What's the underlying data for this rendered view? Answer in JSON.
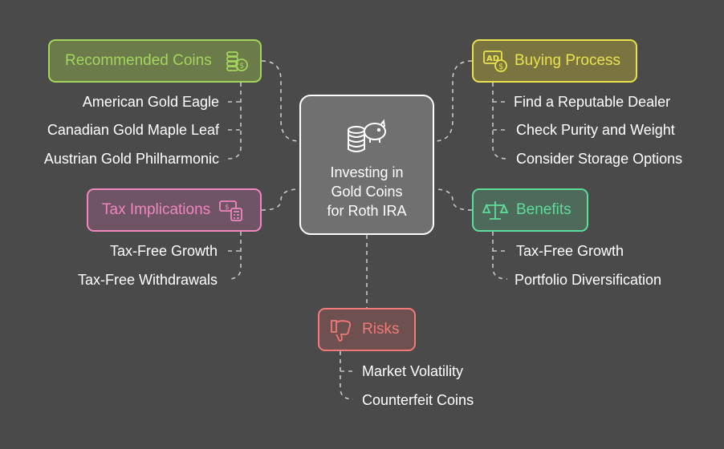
{
  "center": {
    "title_lines": [
      "Investing in",
      "Gold Coins",
      "for Roth IRA"
    ],
    "icon": "piggy-bank-coins-icon"
  },
  "branches": {
    "recommended_coins": {
      "label": "Recommended Coins",
      "icon": "coin-stack-icon",
      "color": "#a3d65c",
      "fill": "#6b7b4a",
      "items": [
        "American Gold Eagle",
        "Canadian Gold Maple Leaf",
        "Austrian Gold Philharmonic"
      ]
    },
    "buying_process": {
      "label": "Buying Process",
      "icon": "ad-dollar-icon",
      "color": "#e9e24e",
      "fill": "#7a7540",
      "items": [
        "Find a Reputable Dealer",
        "Check Purity and Weight",
        "Consider Storage Options"
      ]
    },
    "tax_implications": {
      "label": "Tax Implications",
      "icon": "money-calculator-icon",
      "color": "#ef86c0",
      "fill": "#6e5464",
      "items": [
        "Tax-Free Growth",
        "Tax-Free Withdrawals"
      ]
    },
    "benefits": {
      "label": "Benefits",
      "icon": "balance-scale-icon",
      "color": "#5edc9a",
      "fill": "#4d6a5a",
      "items": [
        "Tax-Free Growth",
        "Portfolio Diversification"
      ]
    },
    "risks": {
      "label": "Risks",
      "icon": "thumbs-down-icon",
      "color": "#f07a78",
      "fill": "#6e5050",
      "items": [
        "Market Volatility",
        "Counterfeit Coins"
      ]
    }
  }
}
